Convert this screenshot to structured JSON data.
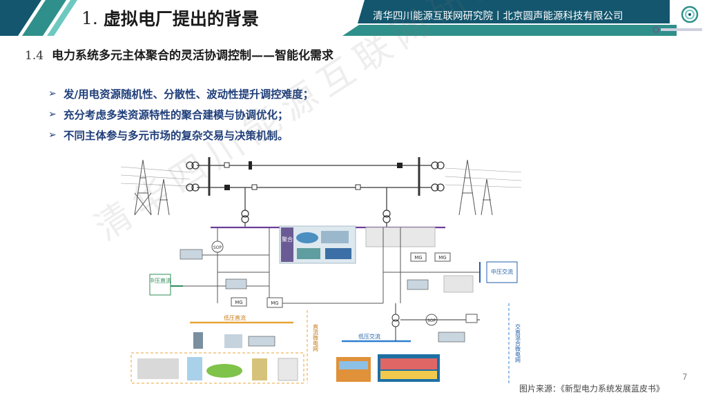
{
  "header": {
    "title_number": "1.",
    "title": "虚拟电厂提出的背景",
    "org": "清华四川能源互联网研究院丨北京圆声能源科技有限公司",
    "colors": {
      "band": "#13566e",
      "accent": "#2f8f8a",
      "bright": "#6dc8c0"
    }
  },
  "section": {
    "number": "1.4",
    "title": "电力系统多元主体聚合的灵活协调控制——智能化需求"
  },
  "bullets": [
    {
      "icon": "arrow-right-icon",
      "text": "发/用电资源随机性、分散性、波动性提升调控难度；"
    },
    {
      "icon": "arrow-right-icon",
      "text": "充分考虑多类资源特性的聚合建模与协调优化；"
    },
    {
      "icon": "arrow-right-icon",
      "text": "不同主体参与多元市场的复杂交易与决策机制。"
    }
  ],
  "diagram": {
    "labels": {
      "mv_dc": "中压直流",
      "mv_ac": "中压交流",
      "lv_dc": "低压直流",
      "lv_ac": "低压交流",
      "dc_microgrid": "直流微电网",
      "acdc_microgrid": "交直混合微电网",
      "aggregation": "聚合",
      "mg": "MG",
      "sop": "SOP"
    }
  },
  "watermark": "清华四川能源互联网研究院",
  "footer": {
    "page_number": "7",
    "source": "图片来源：《新型电力系统发展蓝皮书》"
  }
}
